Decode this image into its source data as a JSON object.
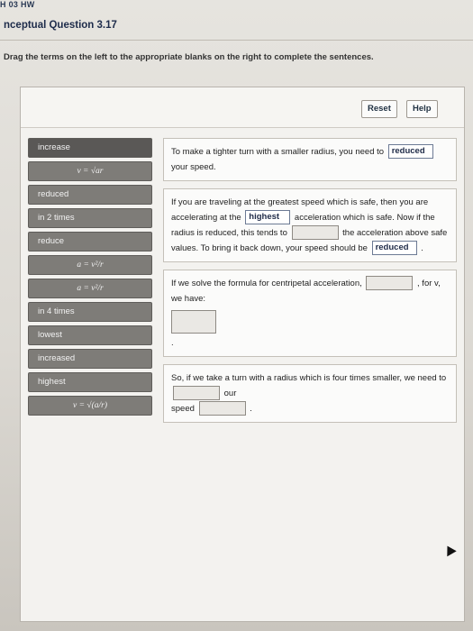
{
  "header": {
    "tab": "H 03 HW",
    "title": "nceptual Question 3.17",
    "instruction": "Drag the terms on the left to the appropriate blanks on the right to complete the sentences."
  },
  "toolbar": {
    "reset": "Reset",
    "help": "Help"
  },
  "bank": [
    {
      "label": "increase",
      "strong": true
    },
    {
      "label": "v = √ar",
      "formula": true
    },
    {
      "label": "reduced"
    },
    {
      "label": "in 2 times"
    },
    {
      "label": "reduce"
    },
    {
      "label": "a = v²/r",
      "formula": true
    },
    {
      "label": "a = v²/r",
      "formula": true
    },
    {
      "label": "in 4 times"
    },
    {
      "label": "lowest"
    },
    {
      "label": "increased"
    },
    {
      "label": "highest"
    },
    {
      "label": "v = √(a/r)",
      "formula": true
    }
  ],
  "s1": {
    "before": "To make a tighter turn with a smaller radius, you need to",
    "slot": "reduced",
    "after": "your speed."
  },
  "s2": {
    "p1": "If you are traveling at the greatest speed which is safe, then you are accelerating at the",
    "slot1": "highest",
    "p2": "acceleration which is safe. Now if the radius is reduced, this tends to",
    "p3": "the acceleration above safe values. To bring it back down, your speed should be",
    "slot2": "reduced",
    "p4": "."
  },
  "s3": {
    "before": "If we solve the formula for centripetal acceleration,",
    "middle": ", for v, we have:",
    "end": "."
  },
  "s4": {
    "before": "So, if we take a turn with a radius which is four times smaller, we need to",
    "after": "our",
    "speed": "speed",
    "end": "."
  }
}
